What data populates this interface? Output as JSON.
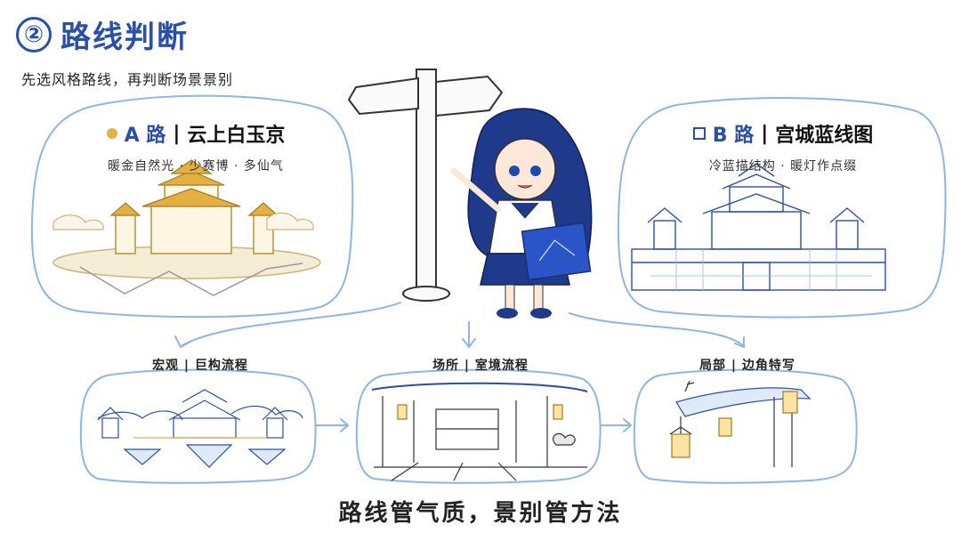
{
  "header": {
    "number": "②",
    "title": "路线判断",
    "subtitle": "先选风格路线，再判断场景景别"
  },
  "routes": {
    "a": {
      "letter": "A 路",
      "separator": "|",
      "name": "云上白玉京",
      "tagline": "暖金自然光 · 少赛博 · 多仙气",
      "marker_color": "#e3b044"
    },
    "b": {
      "letter": "B 路",
      "separator": "|",
      "name": "宫城蓝线图",
      "tagline": "冷蓝描结构 · 暖灯作点缀",
      "marker_color": "#2a4fa8"
    }
  },
  "steps": [
    {
      "label": "宏观 | 巨构流程"
    },
    {
      "label": "场所 | 室境流程"
    },
    {
      "label": "局部 | 边角特写"
    }
  ],
  "footer": {
    "text": "路线管气质，景别管方法"
  },
  "colors": {
    "accent_blue": "#2a4fa8",
    "outline_blue": "#8fb4e6",
    "gold": "#e3b044"
  }
}
